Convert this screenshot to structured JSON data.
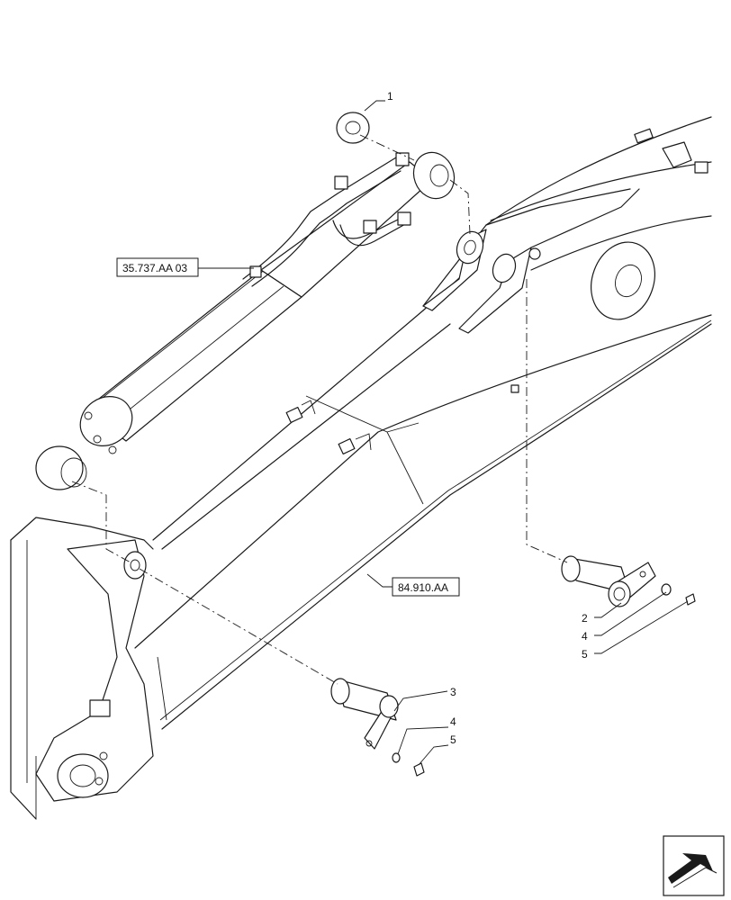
{
  "references": {
    "cylinder_ref": "35.737.AA 03",
    "boom_ref": "84.910.AA"
  },
  "callouts": {
    "item1": "1",
    "item2": "2",
    "item3": "3",
    "item4_upper": "4",
    "item5_upper": "5",
    "item4_lower": "4",
    "item5_lower": "5"
  },
  "icons": {
    "corner_icon": "navigation-arrow-icon"
  }
}
